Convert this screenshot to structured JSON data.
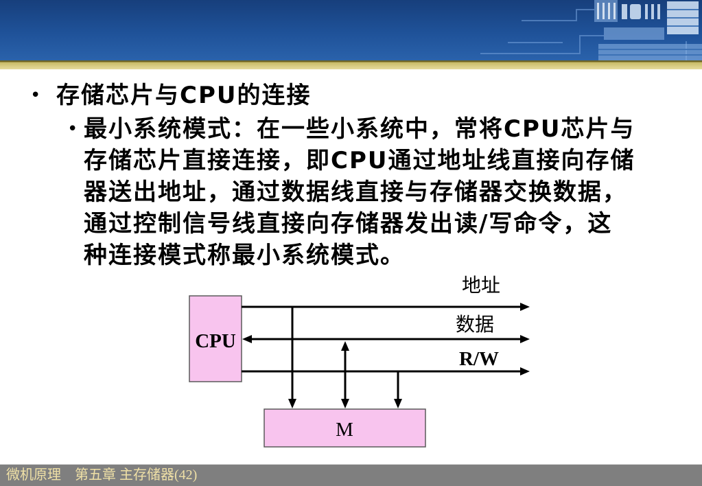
{
  "slide": {
    "colors": {
      "banner": "#1f5299",
      "accent_stripe": "#c9bb66",
      "diagram_box_fill": "#f8c4ee",
      "footer_background": "#7f7f7f",
      "footer_text": "#efe0a6"
    }
  },
  "content": {
    "heading_bullet": {
      "marker": "•",
      "text": "存储芯片与CPU的连接"
    },
    "sub_bullet": {
      "marker": "•",
      "lines": [
        "最小系统模式：在一些小系统中，常将CPU芯片与",
        "存储芯片直接连接，即CPU通过地址线直接向存储",
        "器送出地址，通过数据线直接与存储器交换数据，",
        "通过控制信号线直接向存储器发出读/写命令，这",
        "种连接模式称最小系统模式。"
      ]
    }
  },
  "diagram": {
    "cpu_label": "CPU",
    "memory_label": "M",
    "bus_labels": {
      "address": "地址",
      "data": "数据",
      "control": "R/W"
    }
  },
  "footer": {
    "text": "微机原理　第五章 主存储器(42)"
  }
}
